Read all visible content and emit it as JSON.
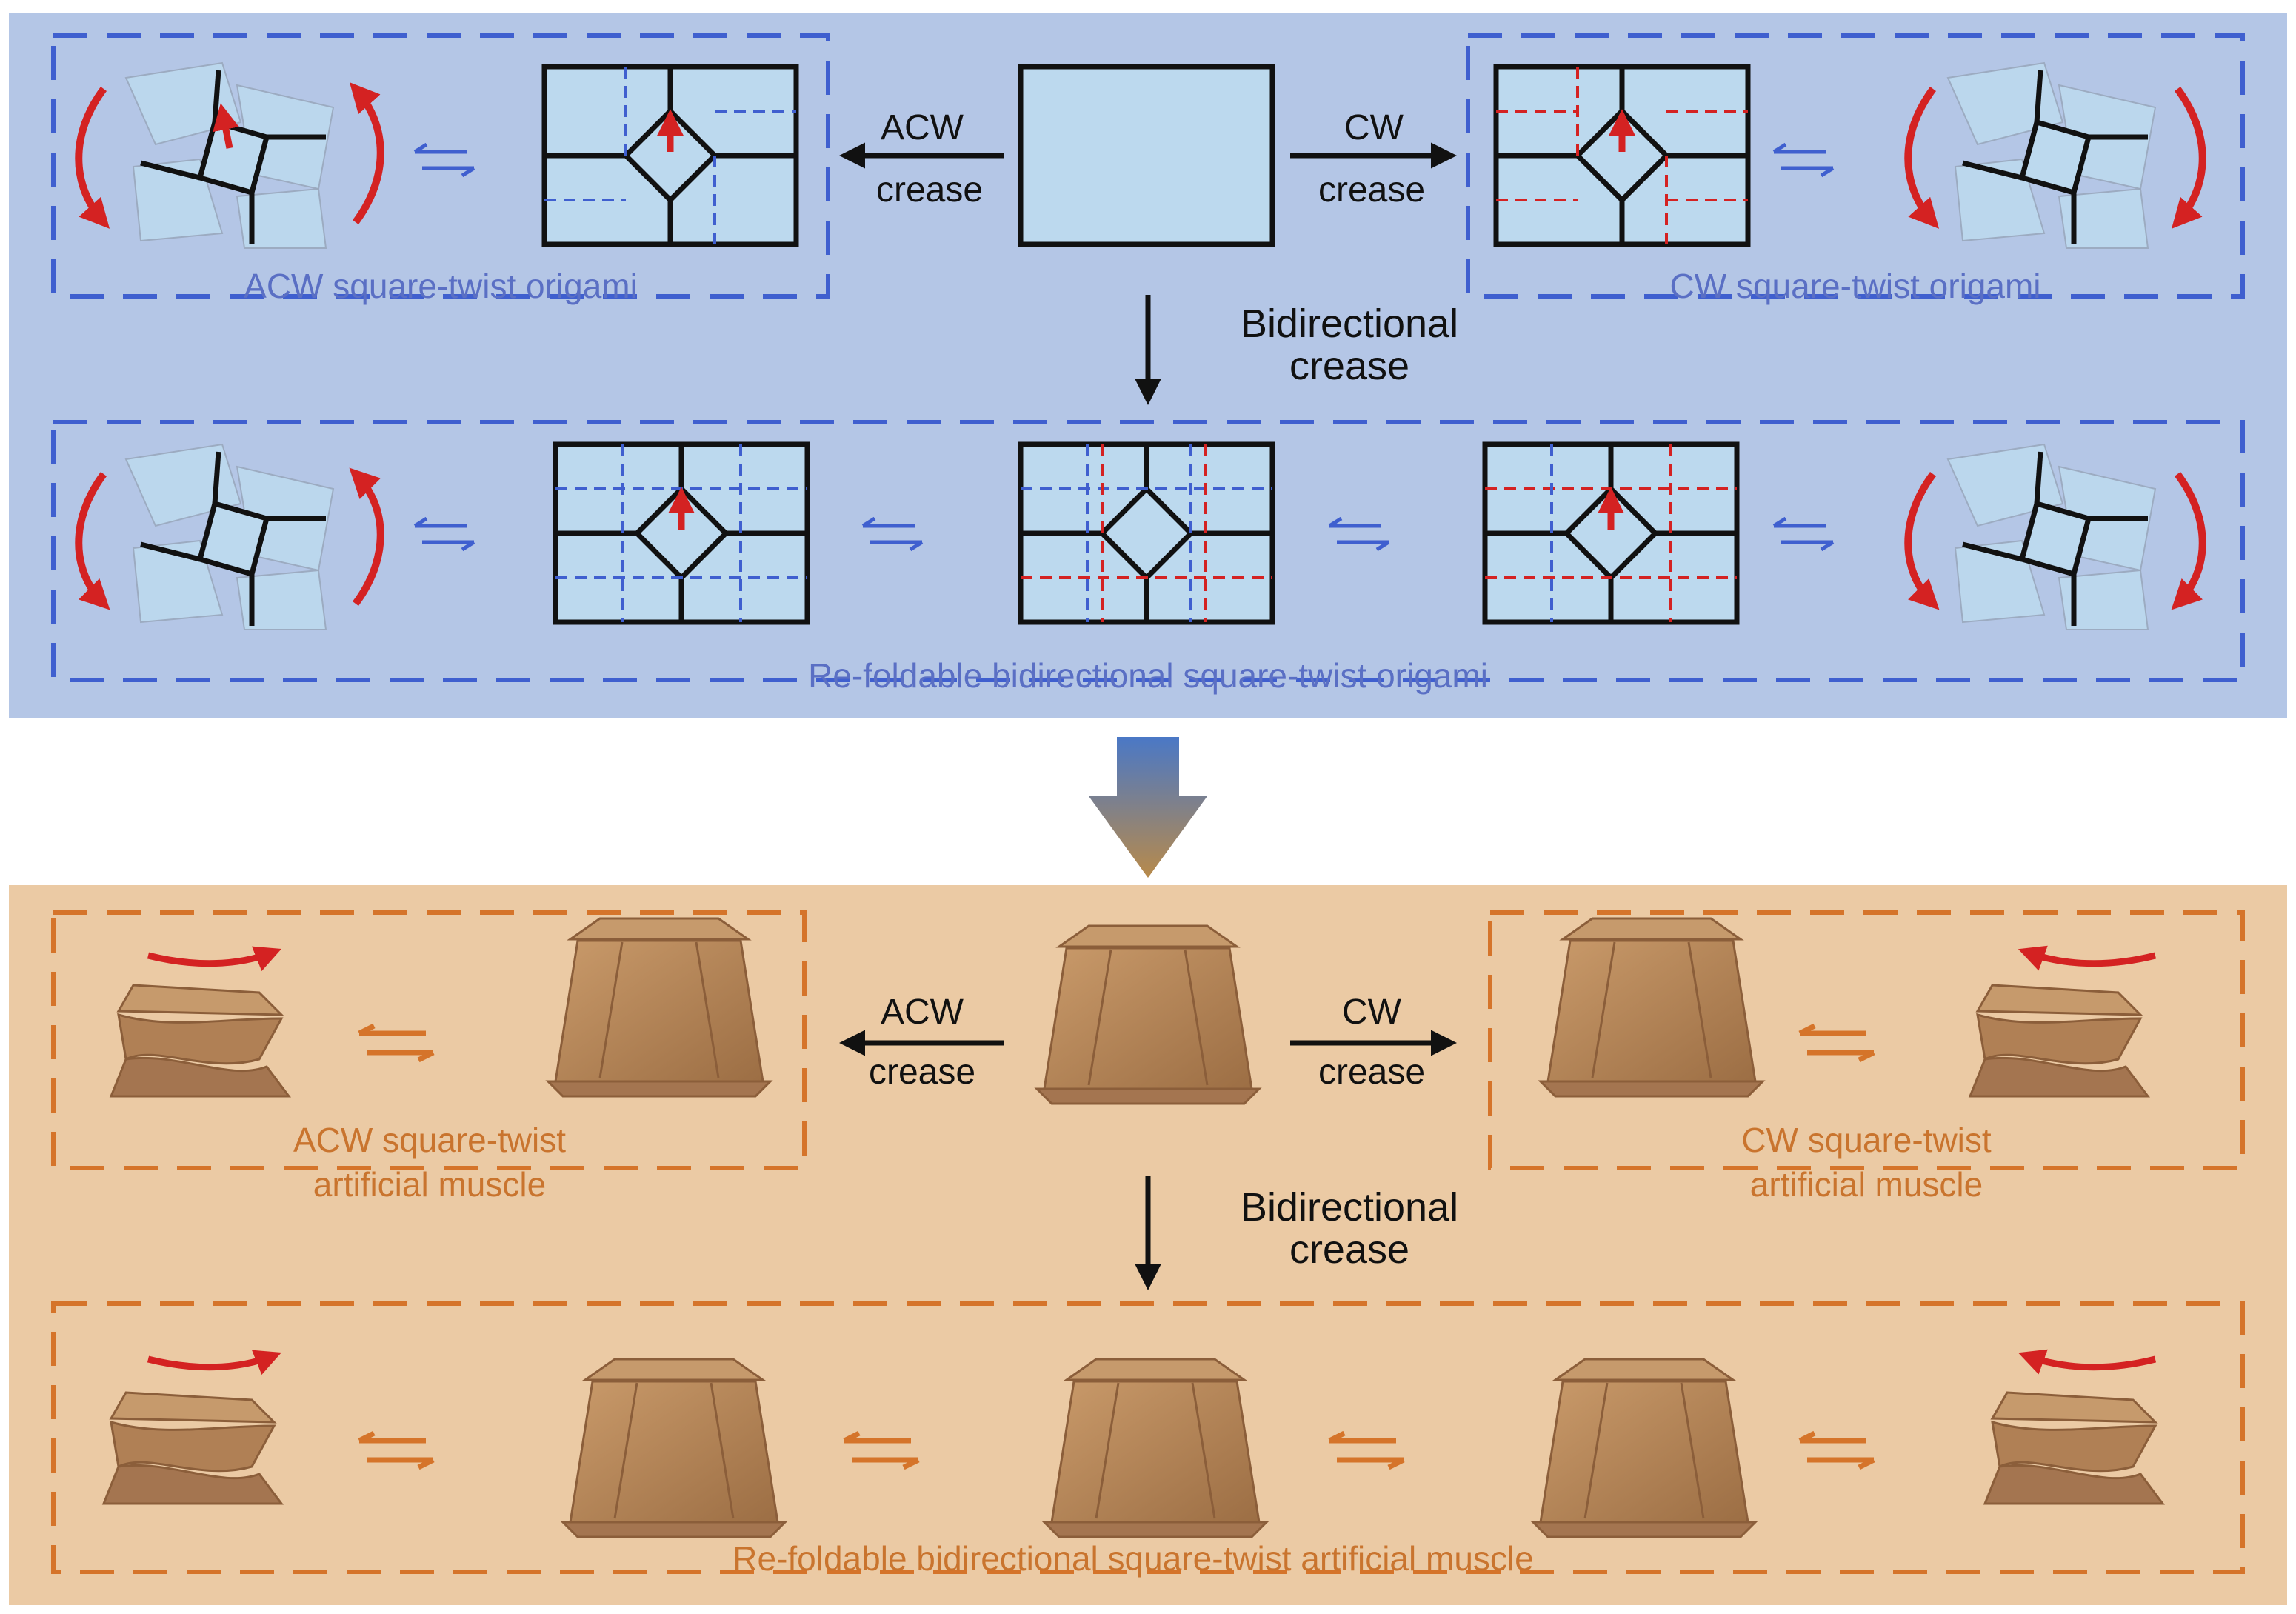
{
  "colors": {
    "top_panel": "#b4c6e6",
    "bottom_panel": "#ebcaa4",
    "blue_dash": "#3f5fcf",
    "orange_dash": "#d5742a",
    "red": "#d42222",
    "blue_text": "#5a6fc4",
    "orange_text": "#c9742e",
    "paper_fill": "#bcd9ee",
    "cardboard": "#b8875a"
  },
  "top": {
    "acw_arrow": {
      "line1": "ACW",
      "line2": "crease"
    },
    "cw_arrow": {
      "line1": "CW",
      "line2": "crease"
    },
    "acw_box_caption": "ACW square-twist origami",
    "cw_box_caption": "CW square-twist origami",
    "bidirectional": {
      "line1": "Bidirectional",
      "line2": "crease"
    },
    "refoldable_caption": "Re-foldable bidirectional square-twist origami"
  },
  "bottom": {
    "acw_arrow": {
      "line1": "ACW",
      "line2": "crease"
    },
    "cw_arrow": {
      "line1": "CW",
      "line2": "crease"
    },
    "acw_box_caption": {
      "line1": "ACW square-twist",
      "line2": "artificial muscle"
    },
    "cw_box_caption": {
      "line1": "CW square-twist",
      "line2": "artificial muscle"
    },
    "bidirectional": {
      "line1": "Bidirectional",
      "line2": "crease"
    },
    "refoldable_caption": "Re-foldable bidirectional square-twist artificial muscle"
  }
}
